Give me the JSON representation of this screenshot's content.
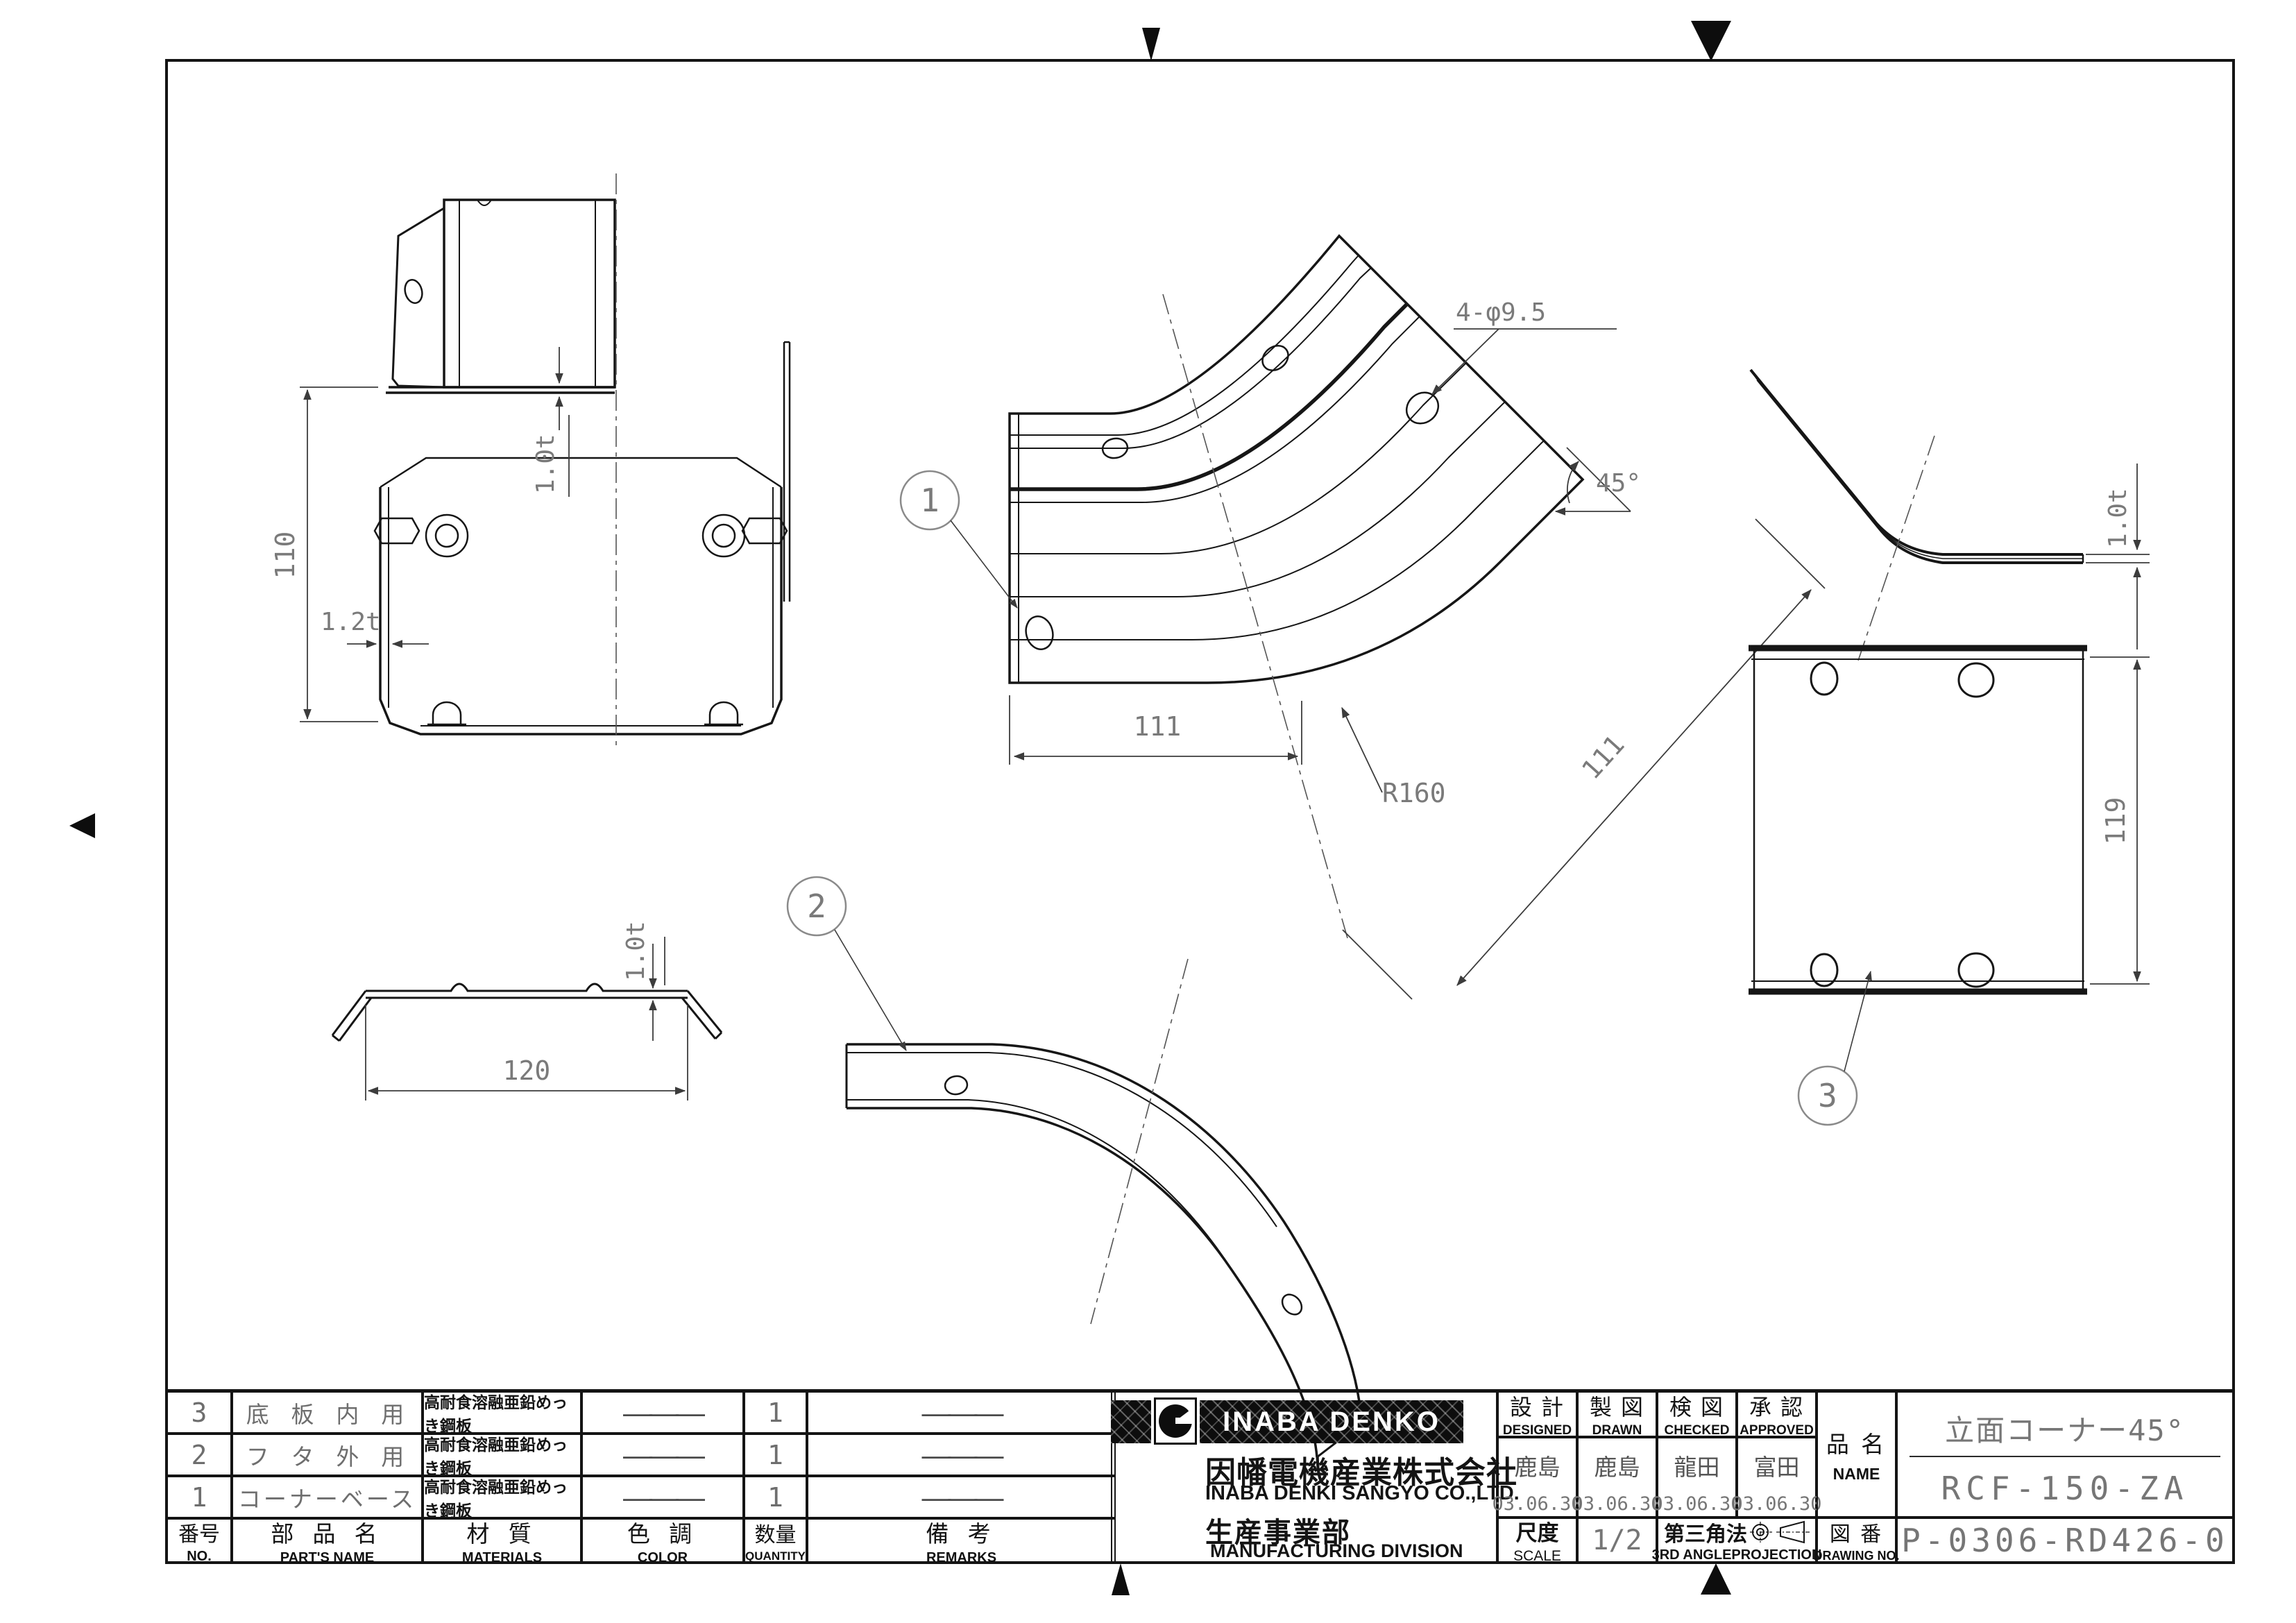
{
  "views": {
    "front": {
      "dim_height": "110",
      "dim_wall_thickness": "1.2t",
      "dim_lip_thickness": "1.0t"
    },
    "plan": {
      "balloon": "1",
      "dim_holes": "4-φ9.5",
      "dim_angle": "45°",
      "dim_leg_diagonal": "111",
      "dim_leg_bottom": "111",
      "dim_radius": "R160"
    },
    "edge": {
      "dim_thickness": "1.0t"
    },
    "plate": {
      "balloon": "3",
      "dim_height": "119"
    },
    "profile": {
      "dim_thickness": "1.0t",
      "dim_width": "120"
    },
    "strip": {
      "balloon": "2"
    }
  },
  "parts_table": {
    "header": {
      "no_jp": "番号",
      "no_en": "NO.",
      "name_jp": "部 品 名",
      "name_en": "PART'S NAME",
      "material_jp": "材 質",
      "material_en": "MATERIALS",
      "color_jp": "色 調",
      "color_en": "COLOR",
      "qty_jp": "数量",
      "qty_en": "QUANTITY",
      "remarks_jp": "備 考",
      "remarks_en": "REMARKS"
    },
    "rows": [
      {
        "no": "3",
        "name": "底 板 内 用",
        "material": "高耐食溶融亜鉛めっき鋼板",
        "color": "———",
        "qty": "1",
        "remarks": "———"
      },
      {
        "no": "2",
        "name": "フ タ 外 用",
        "material": "高耐食溶融亜鉛めっき鋼板",
        "color": "———",
        "qty": "1",
        "remarks": "———"
      },
      {
        "no": "1",
        "name": "コーナーベース",
        "material": "高耐食溶融亜鉛めっき鋼板",
        "color": "———",
        "qty": "1",
        "remarks": "———"
      }
    ]
  },
  "title_block": {
    "logo_text": "INABA DENKO",
    "company_jp": "因幡電機産業株式会社",
    "company_en": "INABA DENKI SANGYO CO.,LTD.",
    "division_jp": "生産事業部",
    "division_en": "MANUFACTURING DIVISION",
    "signatures": {
      "designed": {
        "jp": "設 計",
        "en": "DESIGNED",
        "name": "鹿島",
        "date": "03.06.30"
      },
      "drawn": {
        "jp": "製 図",
        "en": "DRAWN",
        "name": "鹿島",
        "date": "03.06.30"
      },
      "checked": {
        "jp": "検 図",
        "en": "CHECKED",
        "name": "龍田",
        "date": "03.06.30"
      },
      "approved": {
        "jp": "承 認",
        "en": "APPROVED",
        "name": "富田",
        "date": "03.06.30"
      }
    },
    "name_label_jp": "品 名",
    "name_label_en": "NAME",
    "product_name": "立面コーナー45°",
    "product_model": "RCF-150-ZA",
    "scale_label_jp": "尺度",
    "scale_label_en": "SCALE",
    "scale_value": "1/2",
    "projection_jp": "第三角法",
    "projection_en": "3RD ANGLEPROJECTION",
    "drawing_no_label_jp": "図 番",
    "drawing_no_label_en": "DRAWING NO.",
    "drawing_no_value": "P-0306-RD426-0"
  }
}
